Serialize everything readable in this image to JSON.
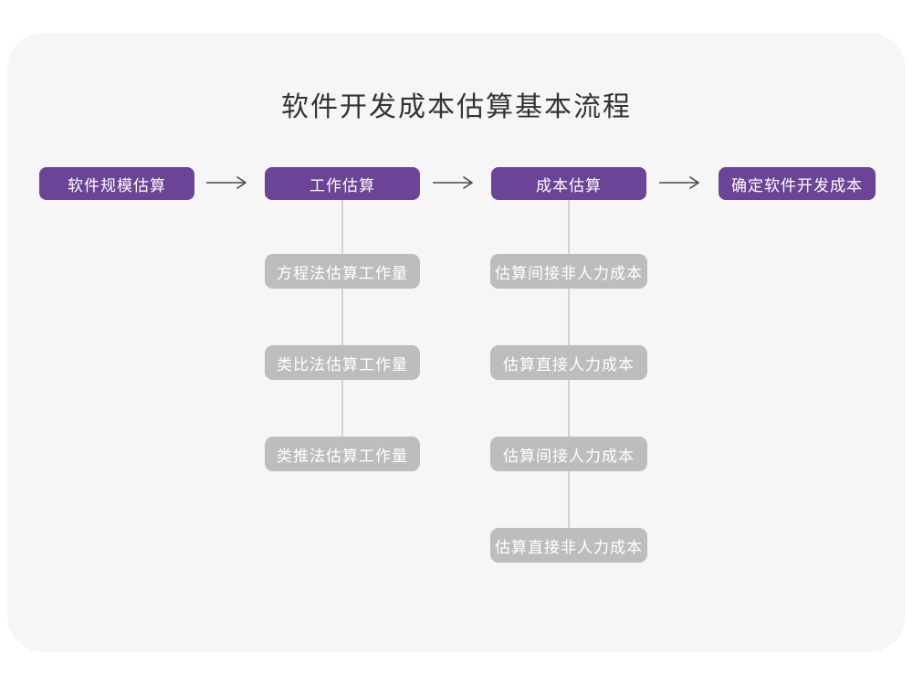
{
  "title": "软件开发成本估算基本流程",
  "colors": {
    "canvas_bg": "#ffffff",
    "card_bg": "#f6f6f7",
    "primary": "#6b4397",
    "secondary_box": "#bdbdbd",
    "connector": "#d2d2d2",
    "arrow": "#4a4a4a",
    "title_text": "#333333",
    "box_text": "#ffffff"
  },
  "main_flow": [
    {
      "label": "软件规模估算"
    },
    {
      "label": "工作估算"
    },
    {
      "label": "成本估算"
    },
    {
      "label": "确定软件开发成本"
    }
  ],
  "sub_flows": [
    {
      "parent": "工作估算",
      "items": [
        {
          "label": "方程法估算工作量"
        },
        {
          "label": "类比法估算工作量"
        },
        {
          "label": "类推法估算工作量"
        }
      ]
    },
    {
      "parent": "成本估算",
      "items": [
        {
          "label": "估算间接非人力成本"
        },
        {
          "label": "估算直接人力成本"
        },
        {
          "label": "估算间接人力成本"
        },
        {
          "label": "估算直接非人力成本"
        }
      ]
    }
  ]
}
